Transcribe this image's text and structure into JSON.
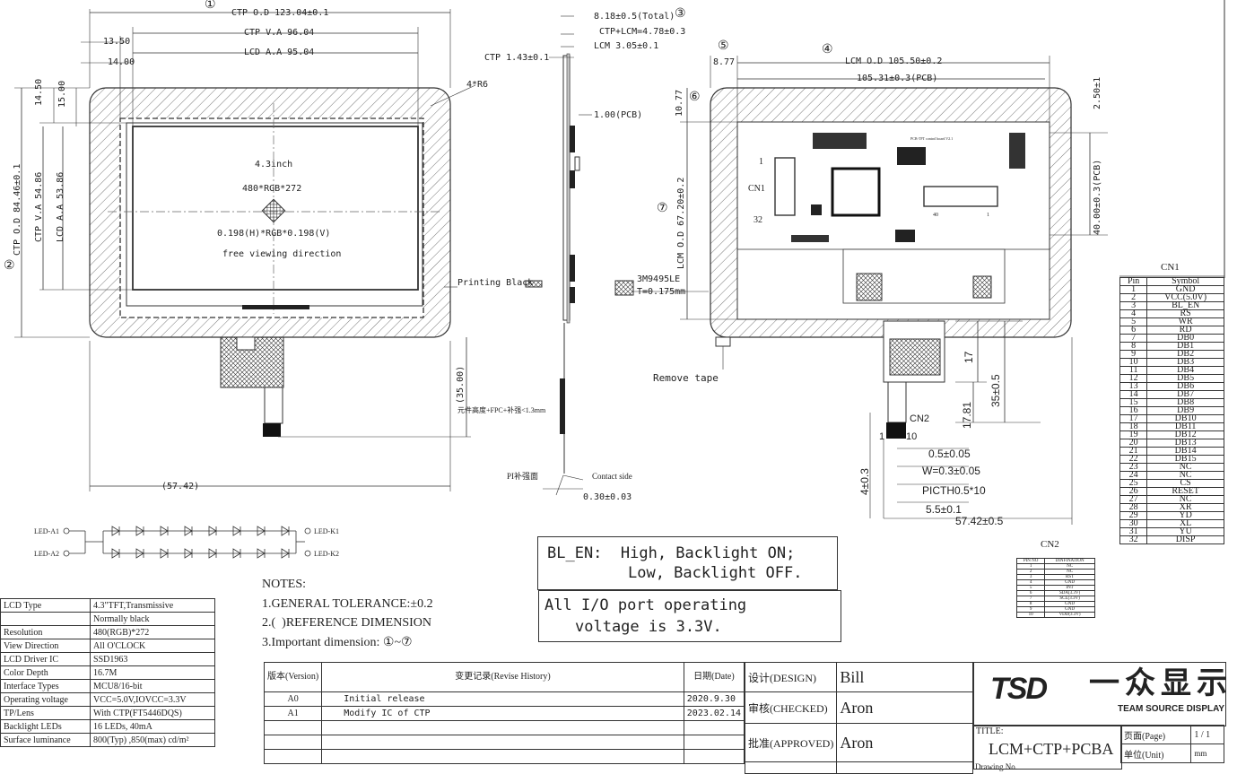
{
  "front_view": {
    "dim_ctp_od": "CTP O.D 123.04±0.1",
    "dim_ctp_va": "CTP V.A 96.04",
    "dim_lcd_aa": "LCD A.A 95.04",
    "dim_13_50": "13.50",
    "dim_14_00": "14.00",
    "dim_14_50": "14.50",
    "dim_15_00": "15.00",
    "dim_ctp_od_h": "CTP O.D 84.46±0.1",
    "dim_ctp_va_h": "CTP V.A 54.86",
    "dim_lcd_aa_h": "LCD A.A 53.86",
    "radius": "4*R6",
    "size": "4.3inch",
    "resolution": "480*RGB*272",
    "pixel": "0.198(H)*RGB*0.198(V)",
    "viewing": "free viewing direction",
    "printing_black": "Printing Black",
    "fpc_len": "(35.00)",
    "fpc_w": "(57.42)",
    "circ1": "①",
    "circ2": "②"
  },
  "side_view": {
    "total": "8.18±0.5(Total)",
    "ctp_lcm": "CTP+LCM=4.78±0.3",
    "lcm": "LCM 3.05±0.1",
    "ctp": "CTP 1.43±0.1",
    "pcb": "1.00(PCB)",
    "tape": "3M9495LE",
    "tape_t": "T=0.175mm",
    "component_h": "元件高度+FPC+补强<1.3mm",
    "pi": "PI补强面",
    "contact": "Contact side",
    "thk": "0.30±0.03",
    "circ3": "③"
  },
  "rear_view": {
    "lcm_od": "LCM O.D 105.50±0.2",
    "pcb_w": "105.31±0.3(PCB)",
    "d877": "8.77",
    "d1077": "10.77",
    "d250": "2.50±1",
    "pcb_h": "40.00±0.3(PCB)",
    "lcm_od_h": "LCM O.D 67.20±0.2",
    "remove_tape": "Remove tape",
    "cn1": "CN1",
    "pin1": "1",
    "pin32": "32",
    "pin40": "40",
    "pin1b": "1",
    "board": "PCB-TFT control board V2.1",
    "d17": "17",
    "d35": "35±0.5",
    "d1781": "17.81",
    "cn2": "CN2",
    "c1": "1",
    "c10": "10",
    "d05": "0.5±0.05",
    "dw": "W=0.3±0.05",
    "dpitch": "PICTH0.5*10",
    "d43": "4±0.3",
    "d55": "5.5±0.1",
    "d5742": "57.42±0.5",
    "circ4": "④",
    "circ5": "⑤",
    "circ6": "⑥",
    "circ7": "⑦"
  },
  "led": {
    "a1": "LED-A1",
    "a2": "LED-A2",
    "k1": "LED-K1",
    "k2": "LED-K2"
  },
  "bl_box": {
    "line1": "BL_EN:  High, Backlight ON;",
    "line2": "Low,  Backlight OFF."
  },
  "io_box": {
    "line1": "All I/O port operating",
    "line2": "voltage is 3.3V."
  },
  "notes": {
    "title": "NOTES:",
    "n1": "1.GENERAL TOLERANCE:±0.2",
    "n2": "2.(  )REFERENCE DIMENSION",
    "n3": "3.Important dimension:  ①~⑦"
  },
  "specs": [
    [
      "LCD Type",
      "4.3\"TFT,Transmissive"
    ],
    [
      "",
      "Normally black"
    ],
    [
      "Resolution",
      "480(RGB)*272"
    ],
    [
      "View Direction",
      "All O'CLOCK"
    ],
    [
      "LCD Driver IC",
      "SSD1963"
    ],
    [
      "Color Depth",
      "16.7M"
    ],
    [
      "Interface Types",
      "MCU8/16-bit"
    ],
    [
      "Operating voltage",
      "VCC=5.0V,IOVCC=3.3V"
    ],
    [
      "TP/Lens",
      "With CTP(FT5446DQS)"
    ],
    [
      "Backlight LEDs",
      "16 LEDs, 40mA"
    ],
    [
      "Surface luminance",
      "800(Typ) ,850(max) cd/m²"
    ]
  ],
  "cn1_table": {
    "title": "CN1",
    "head": [
      "Pin",
      "Symbol"
    ],
    "rows": [
      [
        "1",
        "GND"
      ],
      [
        "2",
        "VCC(5.0V)"
      ],
      [
        "3",
        "BL_EN"
      ],
      [
        "4",
        "RS"
      ],
      [
        "5",
        "WR"
      ],
      [
        "6",
        "RD"
      ],
      [
        "7",
        "DB0"
      ],
      [
        "8",
        "DB1"
      ],
      [
        "9",
        "DB2"
      ],
      [
        "10",
        "DB3"
      ],
      [
        "11",
        "DB4"
      ],
      [
        "12",
        "DB5"
      ],
      [
        "13",
        "DB6"
      ],
      [
        "14",
        "DB7"
      ],
      [
        "15",
        "DB8"
      ],
      [
        "16",
        "DB9"
      ],
      [
        "17",
        "DB10"
      ],
      [
        "18",
        "DB11"
      ],
      [
        "19",
        "DB12"
      ],
      [
        "20",
        "DB13"
      ],
      [
        "21",
        "DB14"
      ],
      [
        "22",
        "DB15"
      ],
      [
        "23",
        "NC"
      ],
      [
        "24",
        "NC"
      ],
      [
        "25",
        "CS"
      ],
      [
        "26",
        "RESET"
      ],
      [
        "27",
        "NC"
      ],
      [
        "28",
        "XR"
      ],
      [
        "29",
        "YD"
      ],
      [
        "30",
        "XL"
      ],
      [
        "31",
        "YU"
      ],
      [
        "32",
        "DISP"
      ]
    ]
  },
  "cn2_table": {
    "title": "CN2",
    "head": [
      "PIN NO",
      "DINFINATION"
    ],
    "rows": [
      [
        "1",
        "NC"
      ],
      [
        "2",
        "NC"
      ],
      [
        "3",
        "RST"
      ],
      [
        "4",
        "GND"
      ],
      [
        "5",
        "INT"
      ],
      [
        "6",
        "SDA(3.3V)"
      ],
      [
        "7",
        "SCL(3.3V)"
      ],
      [
        "8",
        "GND"
      ],
      [
        "9",
        "GND"
      ],
      [
        "10",
        "VDD(3.3V)"
      ]
    ]
  },
  "revision": {
    "h_version": "版本(Version)",
    "h_history": "变更记录(Revise History)",
    "h_date": "日期(Date)",
    "rows": [
      [
        "A0",
        "Initial release",
        "2020.9.30"
      ],
      [
        "A1",
        "Modify IC of CTP",
        "2023.02.14"
      ]
    ]
  },
  "title_block": {
    "design_label": "设计(DESIGN)",
    "design": "Bill",
    "checked_label": "审核(CHECKED)",
    "checked": "Aron",
    "approved_label": "批准(APPROVED)",
    "approved": "Aron",
    "logo_cn": "一众显示",
    "logo_en": "TEAM SOURCE DISPLAY",
    "title_label": "TITLE:",
    "title": "LCM+CTP+PCBA",
    "page_label": "页面(Page)",
    "page": "1 / 1",
    "unit_label": "单位(Unit)",
    "unit": "mm",
    "drawing_no": "Drawing No."
  }
}
